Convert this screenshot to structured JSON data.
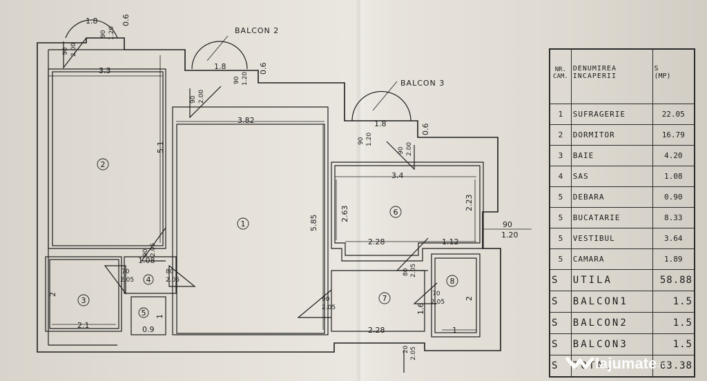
{
  "plan": {
    "balcony_labels": [
      "BALCON 2",
      "BALCON 3"
    ],
    "dimensions": [
      "1.8",
      "0.6",
      "90",
      "1.20",
      "90",
      "2.00",
      "3.3",
      "5.1",
      "1.8",
      "0.6",
      "90",
      "1.20",
      "90",
      "2.00",
      "3.82",
      "5.85",
      "1.8",
      "0.6",
      "90",
      "1.20",
      "90",
      "2.00",
      "3.4",
      "2.63",
      "2.23",
      "90",
      "1.20",
      "2.28",
      "1.12",
      "90",
      "2.05",
      "1.08",
      "70",
      "2.05",
      "80",
      "2.05",
      "90",
      "2.05",
      "80",
      "2.05",
      "70",
      "2.05",
      "2",
      "2",
      "2.1",
      "0.9",
      "2.28",
      "1",
      "1",
      "1.6",
      "20",
      "2.05"
    ],
    "room_numbers": [
      "2",
      "1",
      "6",
      "3",
      "4",
      "5",
      "7",
      "8"
    ]
  },
  "table": {
    "header": {
      "nr": "NR.\nCAM.",
      "name": "DENUMIREA\nINCAPERII",
      "area": "S\n(MP)"
    },
    "rows": [
      {
        "nr": "1",
        "name": "SUFRAGERIE",
        "area": "22.05"
      },
      {
        "nr": "2",
        "name": "DORMITOR",
        "area": "16.79"
      },
      {
        "nr": "3",
        "name": "BAIE",
        "area": "4.20"
      },
      {
        "nr": "4",
        "name": "SAS",
        "area": "1.08"
      },
      {
        "nr": "5",
        "name": "DEBARA",
        "area": "0.90"
      },
      {
        "nr": "5",
        "name": "BUCATARIE",
        "area": "8.33"
      },
      {
        "nr": "5",
        "name": "VESTIBUL",
        "area": "3.64"
      },
      {
        "nr": "5",
        "name": "CAMARA",
        "area": "1.89"
      }
    ],
    "totals": [
      {
        "s": "S",
        "name": "UTILA",
        "value": "58.88"
      },
      {
        "s": "S",
        "name": "BALCON1",
        "value": "1.5"
      },
      {
        "s": "S",
        "name": "BALCON2",
        "value": "1.5"
      },
      {
        "s": "S",
        "name": "BALCON3",
        "value": "1.5"
      },
      {
        "s": "S",
        "name": "TOTAL",
        "value": "63.38"
      }
    ]
  },
  "watermark": {
    "text": "lajumate",
    "tld": ".ro",
    "logo_icon": "heart-logo-icon"
  }
}
